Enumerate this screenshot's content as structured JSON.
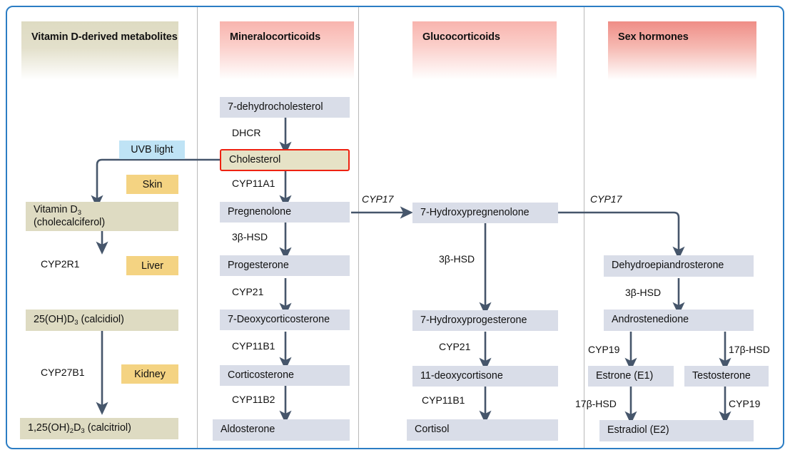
{
  "diagram": {
    "title": "Steroidogenesis and vitamin D metabolism pathway",
    "frame_color": "#2b7dc4",
    "node_color": "#d9dde8",
    "vitd_node_color": "#dedbc2",
    "highlight_border_color": "#ee2211",
    "arrow_color": "#46566b",
    "tag_yellow": "#f4d382",
    "tag_cyan": "#bfe3f5"
  },
  "columns": [
    {
      "id": "vitamin-d",
      "header": "Vitamin D-derived metabolites"
    },
    {
      "id": "mineralocorticoids",
      "header": "Mineralocorticoids"
    },
    {
      "id": "glucocorticoids",
      "header": "Glucocorticoids"
    },
    {
      "id": "sex-hormones",
      "header": "Sex hormones"
    }
  ],
  "nodes": {
    "vitd3": {
      "line1": "Vitamin D",
      "sub1": "3",
      "line2": "(cholecalciferol)"
    },
    "calcidiol": {
      "pre": "25(OH)D",
      "sub": "3",
      "post": " (calcidiol)"
    },
    "calcitriol": {
      "pre": "1,25(OH)",
      "sub1": "2",
      "mid": "D",
      "sub2": "3",
      "post": " (calcitriol)"
    },
    "dehydrocholesterol": "7-dehydrocholesterol",
    "cholesterol": "Cholesterol",
    "pregnenolone": "Pregnenolone",
    "progesterone": "Progesterone",
    "deoxycorticosterone": "7-Deoxycorticosterone",
    "corticosterone": "Corticosterone",
    "aldosterone": "Aldosterone",
    "hydroxypregnenolone": "7-Hydroxypregnenolone",
    "hydroxyprogesterone": "7-Hydroxyprogesterone",
    "deoxycortisone": "11-deoxycortisone",
    "cortisol": "Cortisol",
    "dhea": "Dehydroepiandrosterone",
    "androstenedione": "Androstenedione",
    "estrone": "Estrone (E1)",
    "testosterone": "Testosterone",
    "estradiol": "Estradiol (E2)"
  },
  "tags": {
    "uvb": "UVB light",
    "skin": "Skin",
    "liver": "Liver",
    "kidney": "Kidney"
  },
  "enzymes": {
    "cyp2r1": "CYP2R1",
    "cyp27b1": "CYP27B1",
    "dhcr": "DHCR",
    "cyp11a1": "CYP11A1",
    "hsd3b_mineralo": "3β-HSD",
    "cyp21_mineralo": "CYP21",
    "cyp11b1_mineralo": "CYP11B1",
    "cyp11b2": "CYP11B2",
    "cyp17_left": "CYP17",
    "cyp17_right": "CYP17",
    "hsd3b_gluco": "3β-HSD",
    "cyp21_gluco": "CYP21",
    "cyp11b1_gluco": "CYP11B1",
    "hsd3b_sex": "3β-HSD",
    "cyp19_left": "CYP19",
    "hsd17b_right": "17β-HSD",
    "hsd17b_left": "17β-HSD",
    "cyp19_right": "CYP19"
  }
}
